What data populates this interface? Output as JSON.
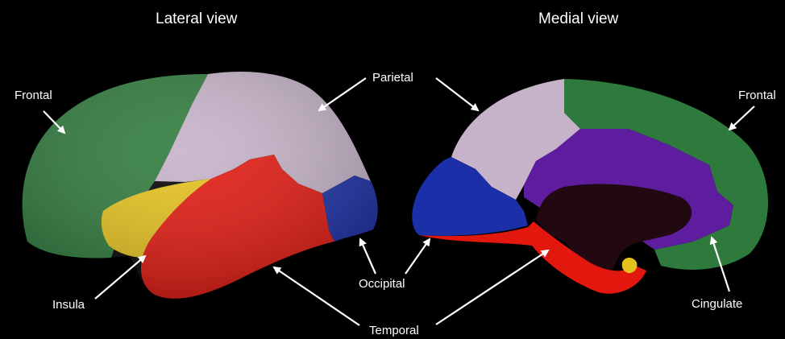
{
  "titles": {
    "lateral": "Lateral view",
    "medial": "Medial view"
  },
  "labels": {
    "frontal_left": "Frontal",
    "frontal_right": "Frontal",
    "parietal": "Parietal",
    "insula": "Insula",
    "occipital": "Occipital",
    "temporal": "Temporal",
    "cingulate": "Cingulate"
  },
  "colors": {
    "background": "#000000",
    "frontal": "#2e7a3c",
    "parietal": "#c6b3c9",
    "temporal": "#e2180f",
    "occipital": "#1a2fa8",
    "insula": "#e6c21c",
    "cingulate": "#5d1d9e",
    "medial_wall": "#220810"
  }
}
